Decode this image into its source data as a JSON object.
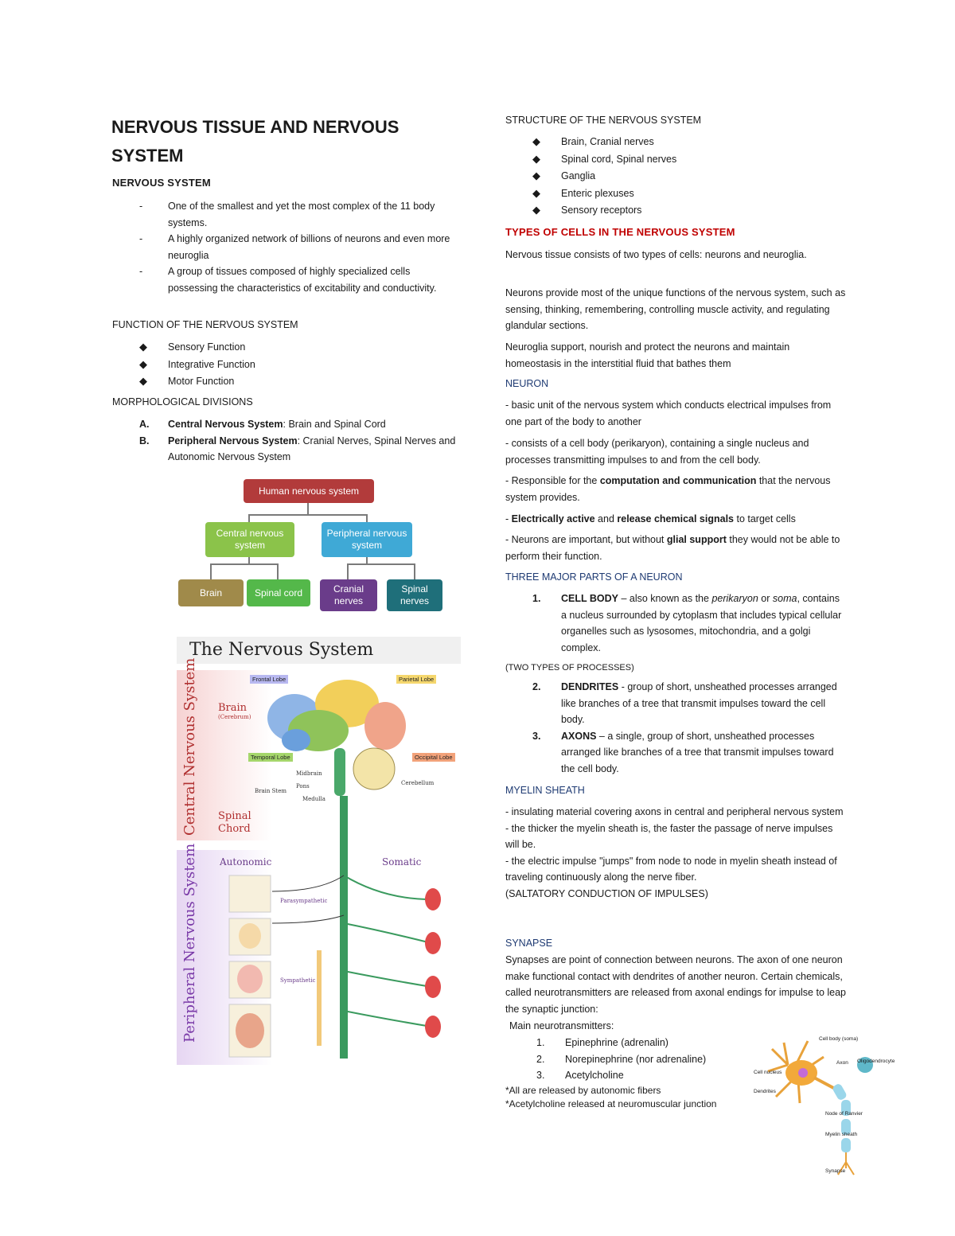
{
  "left": {
    "title_line1": "NERVOUS TISSUE AND NERVOUS",
    "title_line2": "SYSTEM",
    "ns_heading": "NERVOUS SYSTEM",
    "ns_items": [
      "One of the smallest and yet the most complex of the 11 body systems.",
      "A highly organized network of billions of neurons and even more neuroglia",
      "A group of tissues composed of highly specialized cells possessing the characteristics of excitability and conductivity."
    ],
    "function_heading": "FUNCTION OF THE NERVOUS SYSTEM",
    "function_items": [
      "Sensory Function",
      "Integrative Function",
      "Motor Function"
    ],
    "morph_heading": "MORPHOLOGICAL DIVISIONS",
    "morph_a_label": "A.",
    "morph_a_bold": "Central Nervous System",
    "morph_a_rest": ": Brain and Spinal Cord",
    "morph_b_label": "B.",
    "morph_b_bold": "Peripheral Nervous System",
    "morph_b_rest": ": Cranial Nerves, Spinal Nerves and Autonomic Nervous System"
  },
  "tree": {
    "root": "Human nervous system",
    "central": "Central nervous system",
    "peripheral": "Peripheral nervous system",
    "brain": "Brain",
    "spinal_cord": "Spinal cord",
    "cranial": "Cranial nerves",
    "spinal_nerves": "Spinal nerves",
    "colors": {
      "root": "#b23b3b",
      "central": "#8bc34a",
      "peripheral": "#3fa9d6",
      "brain": "#a08a4a",
      "spinal_cord": "#54b84a",
      "cranial": "#6a3c8a",
      "spinal_nerves": "#1f6f7a"
    }
  },
  "nsfig": {
    "title": "The Nervous System",
    "central_label": "Central Nervous System",
    "peripheral_label": "Peripheral Nervous System",
    "brain": "Brain",
    "brain_sub": "(Cerebrum)",
    "spinal": "Spinal",
    "chord": "Chord",
    "frontal": "Frontal Lobe",
    "parietal": "Parietal Lobe",
    "temporal": "Temporal Lobe",
    "occipital": "Occipital Lobe",
    "midbrain": "Midbrain",
    "pons": "Pons",
    "medulla": "Medulla",
    "brainstem": "Brain Stem",
    "cerebellum": "Cerebellum",
    "autonomic": "Autonomic",
    "somatic": "Somatic",
    "parasympathetic": "Parasympathetic",
    "sympathetic": "Sympathetic"
  },
  "right": {
    "structure_heading": "STRUCTURE OF THE NERVOUS SYSTEM",
    "structure_items": [
      "Brain, Cranial nerves",
      "Spinal cord, Spinal nerves",
      "Ganglia",
      "Enteric plexuses",
      "Sensory receptors"
    ],
    "types_heading": "TYPES OF CELLS IN THE NERVOUS SYSTEM",
    "types_p1": "Nervous tissue consists of two types of cells: neurons and neuroglia.",
    "types_p2": "Neurons provide most of the unique functions of the nervous system, such as sensing, thinking, remembering, controlling muscle activity, and regulating glandular sections.",
    "types_p3": "Neuroglia support, nourish and protect the neurons and maintain homeostasis in the interstitial fluid that bathes them",
    "neuron_heading": "NEURON",
    "neuron_p1": "- basic unit of the nervous system which conducts electrical impulses from one part of the body to another",
    "neuron_p2": "- consists of a cell body (perikaryon), containing a single nucleus and processes transmitting impulses to and from the cell body.",
    "neuron_p3a": "- Responsible for the ",
    "neuron_p3b": "computation and communication",
    "neuron_p3c": " that the nervous system provides.",
    "neuron_p4a": "- ",
    "neuron_p4b": "Electrically active",
    "neuron_p4c": " and ",
    "neuron_p4d": "release chemical signals",
    "neuron_p4e": " to target cells",
    "neuron_p5a": "- Neurons are important, but without ",
    "neuron_p5b": "glial support",
    "neuron_p5c": " they would not be able to perform their function.",
    "parts_heading": "THREE MAJOR PARTS OF A NEURON",
    "part1_num": "1.",
    "part1_bold": "CELL BODY",
    "part1_a": " – also known as the ",
    "part1_i1": "perikaryon",
    "part1_b": " or ",
    "part1_i2": "soma",
    "part1_c": ", contains a nucleus surrounded by cytoplasm that includes typical cellular organelles such as lysosomes, mitochondria, and a golgi complex.",
    "two_types": "(TWO TYPES OF PROCESSES)",
    "part2_num": "2.",
    "part2_bold": "DENDRITES",
    "part2_rest": " - group of short, unsheathed processes arranged like branches of a tree that transmit impulses toward the cell body.",
    "part3_num": "3.",
    "part3_bold": "AXONS",
    "part3_rest": " – a single, group of short, unsheathed processes arranged like branches of a tree that transmit impulses toward the cell body.",
    "myelin_heading": "MYELIN SHEATH",
    "myelin_p1": "- insulating material covering axons in central and peripheral nervous system",
    "myelin_p2": "- the thicker the myelin sheath is, the faster the passage of nerve impulses will be.",
    "myelin_p3": "- the electric impulse \"jumps\" from node to node in myelin sheath instead of traveling continuously along the nerve fiber.",
    "myelin_p4": "(SALTATORY CONDUCTION OF IMPULSES)",
    "synapse_heading": "SYNAPSE",
    "synapse_p": "Synapses are point of connection between neurons. The axon of one neuron make functional contact with dendrites of another neuron. Certain chemicals, called neurotransmitters are released from axonal endings for impulse to leap the synaptic junction:",
    "main_nt": "Main neurotransmitters:",
    "nt_items": [
      "Epinephrine (adrenalin)",
      "Norepinephrine (nor adrenaline)",
      "Acetylcholine"
    ],
    "note1": "*All are released by autonomic fibers",
    "note2": "*Acetylcholine released at neuromuscular junction"
  },
  "neuron_fig": {
    "cell_body": "Cell body (soma)",
    "axon": "Axon",
    "oligo": "Oligodendrocyte",
    "cell_nucleus": "Cell nucleus",
    "dendrites": "Dendrites",
    "node": "Node of Ranvier",
    "myelin": "Myelin sheath",
    "synapse": "Synapse"
  }
}
